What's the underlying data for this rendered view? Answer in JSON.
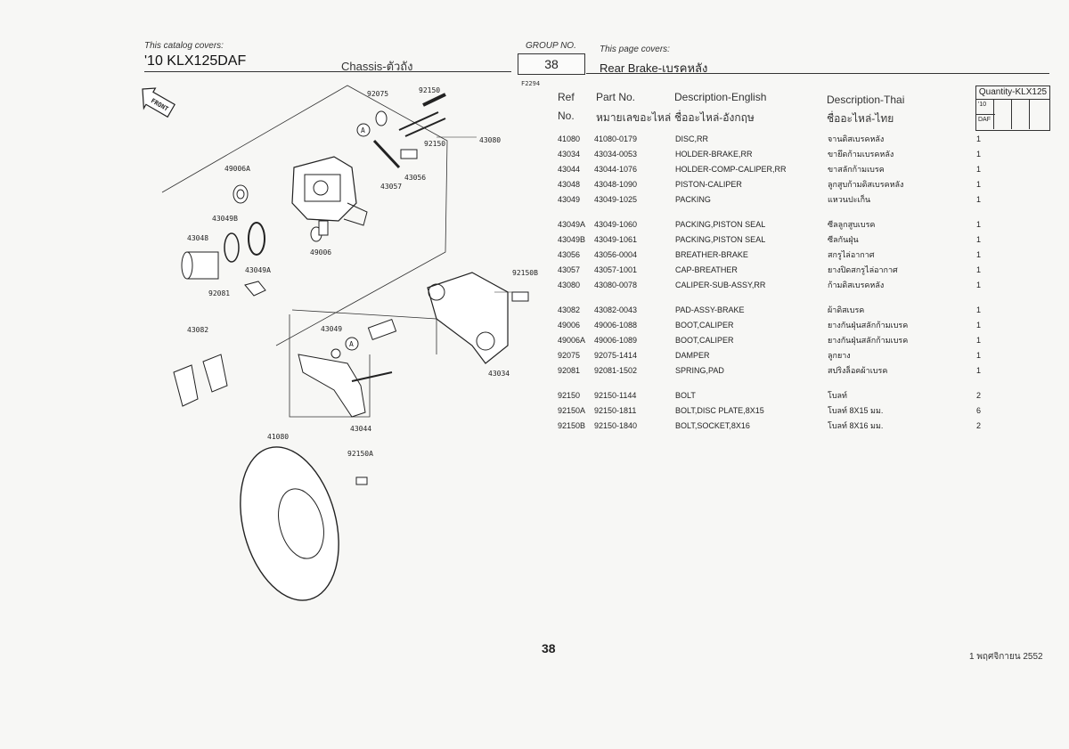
{
  "header": {
    "catalog_label": "This catalog covers:",
    "model": "'10 KLX125DAF",
    "chassis": "Chassis-ตัวถัง",
    "group_label": "GROUP NO.",
    "group_no": "38",
    "page_covers_label": "This page covers:",
    "page_title": "Rear Brake-เบรคหลัง",
    "figure_code": "F2294"
  },
  "columns": {
    "ref_1": "Ref",
    "ref_2": "No.",
    "part_1": "Part No.",
    "part_2": "หมายเลขอะไหล่",
    "desc_en_1": "Description-English",
    "desc_en_2": "ชื่ออะไหล่-อังกฤษ",
    "desc_th_1": "Description-Thai",
    "desc_th_2": "ชื่ออะไหล่-ไทย",
    "qty_title": "Quantity-KLX125",
    "qty_year": "'10",
    "qty_model": "DAF"
  },
  "parts": [
    {
      "ref": "41080",
      "part": "41080-0179",
      "desc": "DISC,RR",
      "thai": "จานดิสเบรคหลัง",
      "qty": "1"
    },
    {
      "ref": "43034",
      "part": "43034-0053",
      "desc": "HOLDER-BRAKE,RR",
      "thai": "ขายึดก้ามเบรคหลัง",
      "qty": "1"
    },
    {
      "ref": "43044",
      "part": "43044-1076",
      "desc": "HOLDER-COMP-CALIPER,RR",
      "thai": "ขาสลักก้ามเบรค",
      "qty": "1"
    },
    {
      "ref": "43048",
      "part": "43048-1090",
      "desc": "PISTON-CALIPER",
      "thai": "ลูกสูบก้ามดิสเบรคหลัง",
      "qty": "1"
    },
    {
      "ref": "43049",
      "part": "43049-1025",
      "desc": "PACKING",
      "thai": "แหวนปะเก็น",
      "qty": "1"
    },
    {
      "ref": "43049A",
      "part": "43049-1060",
      "desc": "PACKING,PISTON SEAL",
      "thai": "ซีลลูกสูบเบรค",
      "qty": "1"
    },
    {
      "ref": "43049B",
      "part": "43049-1061",
      "desc": "PACKING,PISTON SEAL",
      "thai": "ซีลกันฝุ่น",
      "qty": "1"
    },
    {
      "ref": "43056",
      "part": "43056-0004",
      "desc": "BREATHER-BRAKE",
      "thai": "สกรูไล่อากาศ",
      "qty": "1"
    },
    {
      "ref": "43057",
      "part": "43057-1001",
      "desc": "CAP-BREATHER",
      "thai": "ยางปิดสกรูไล่อากาศ",
      "qty": "1"
    },
    {
      "ref": "43080",
      "part": "43080-0078",
      "desc": "CALIPER-SUB-ASSY,RR",
      "thai": "ก้ามดิสเบรคหลัง",
      "qty": "1"
    },
    {
      "ref": "43082",
      "part": "43082-0043",
      "desc": "PAD-ASSY-BRAKE",
      "thai": "ผ้าดิสเบรค",
      "qty": "1"
    },
    {
      "ref": "49006",
      "part": "49006-1088",
      "desc": "BOOT,CALIPER",
      "thai": "ยางกันฝุ่นสลักก้ามเบรค",
      "qty": "1"
    },
    {
      "ref": "49006A",
      "part": "49006-1089",
      "desc": "BOOT,CALIPER",
      "thai": "ยางกันฝุ่นสลักก้ามเบรค",
      "qty": "1"
    },
    {
      "ref": "92075",
      "part": "92075-1414",
      "desc": "DAMPER",
      "thai": "ลูกยาง",
      "qty": "1"
    },
    {
      "ref": "92081",
      "part": "92081-1502",
      "desc": "SPRING,PAD",
      "thai": "สปริงล็อคผ้าเบรค",
      "qty": "1"
    },
    {
      "ref": "92150",
      "part": "92150-1144",
      "desc": "BOLT",
      "thai": "โบลท์",
      "qty": "2"
    },
    {
      "ref": "92150A",
      "part": "92150-1811",
      "desc": "BOLT,DISC PLATE,8X15",
      "thai": "โบลท์ 8X15 มม.",
      "qty": "6"
    },
    {
      "ref": "92150B",
      "part": "92150-1840",
      "desc": "BOLT,SOCKET,8X16",
      "thai": "โบลท์ 8X16 มม.",
      "qty": "2"
    }
  ],
  "diagram": {
    "front": "FRONT",
    "labels": [
      "92075",
      "92150",
      "92150",
      "43080",
      "49006A",
      "43056",
      "43057",
      "43049B",
      "43048",
      "49006",
      "43049A",
      "92081",
      "92150B",
      "43082",
      "43049",
      "43034",
      "43044",
      "41080",
      "92150A"
    ],
    "circle_mark": "A"
  },
  "footer": {
    "page_number": "38",
    "date": "1 พฤศจิกายน 2552"
  }
}
